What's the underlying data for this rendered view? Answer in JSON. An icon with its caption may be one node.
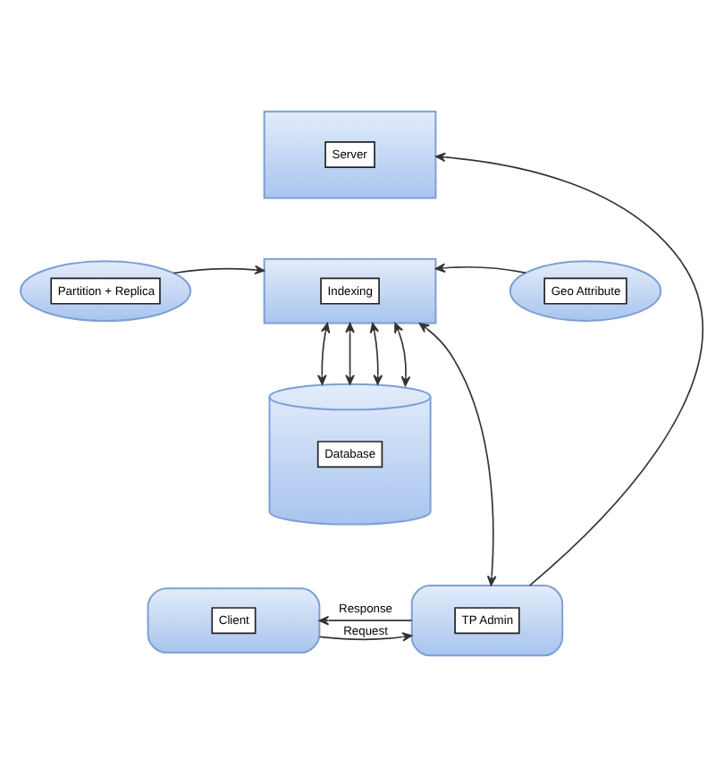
{
  "diagram": {
    "nodes": [
      {
        "text": [
          "Server"
        ]
      },
      {
        "text": [
          "Partition + Replica"
        ]
      },
      {
        "text": [
          "Indexing"
        ]
      },
      {
        "text": [
          "Geo Attribute"
        ]
      },
      {
        "text": [
          "Database"
        ]
      },
      {
        "text": [
          "Client"
        ]
      },
      {
        "text": [
          "TP Admin"
        ]
      }
    ],
    "edges": [
      {
        "from": 6,
        "to": 0,
        "arrow": "to"
      },
      {
        "from": 1,
        "to": 2,
        "arrow": "to"
      },
      {
        "from": 3,
        "to": 2,
        "arrow": "to"
      },
      {
        "from": 2,
        "to": 4,
        "arrow": "both"
      },
      {
        "from": 2,
        "to": 4,
        "arrow": "both"
      },
      {
        "from": 2,
        "to": 4,
        "arrow": "both"
      },
      {
        "from": 2,
        "to": 4,
        "arrow": "both"
      },
      {
        "from": 2,
        "to": 6,
        "arrow": "both"
      },
      {
        "from": 5,
        "to": 6,
        "arrow": "to",
        "label": "Request"
      },
      {
        "from": 6,
        "to": 5,
        "arrow": "to",
        "label": "Response"
      }
    ]
  }
}
